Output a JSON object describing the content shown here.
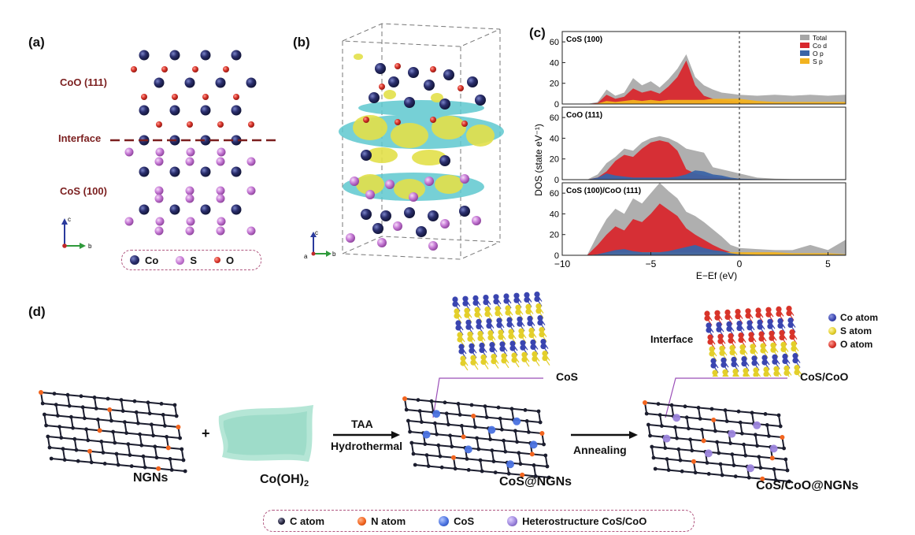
{
  "panels": {
    "a": "(a)",
    "b": "(b)",
    "c": "(c)",
    "d": "(d)"
  },
  "panel_a": {
    "top_label": "CoO (111)",
    "interface_label": "Interface",
    "bottom_label": "CoS (100)",
    "axis_c": "c",
    "axis_b": "b",
    "legend": [
      "Co",
      "S",
      "O"
    ]
  },
  "panel_b": {
    "axis_c": "c",
    "axis_a": "a",
    "axis_b": "b"
  },
  "colors": {
    "co_atom": "#2b2f6e",
    "s_atom": "#c77bd6",
    "o_atom": "#d8342a",
    "total": "#a6a6a6",
    "co_d": "#d8282e",
    "o_p": "#3b64a6",
    "s_p": "#f2b320",
    "maroon": "#7b1f1f",
    "isosurface_yellow": "#e3e04a",
    "isosurface_cyan": "#5fc8cf"
  },
  "chart_data": {
    "type": "area",
    "title": "",
    "xlabel": "E−Ef (eV)",
    "ylabel": "DOS (state eV⁻¹)",
    "xlim": [
      -10,
      6
    ],
    "ylim": [
      0,
      70
    ],
    "x_ticks": [
      "−10",
      "−5",
      "0",
      "5"
    ],
    "y_ticks": [
      "0",
      "20",
      "40",
      "60"
    ],
    "fermi_level_line": 0,
    "legend_entries": [
      "Total",
      "Co d",
      "O p",
      "S p"
    ],
    "legend_placement": "top-right",
    "subplots": [
      {
        "label": "CoS (100)",
        "x": [
          -10,
          -8.6,
          -8,
          -7.5,
          -7,
          -6.5,
          -6,
          -5.5,
          -5,
          -4.5,
          -4,
          -3.5,
          -3,
          -2.5,
          -2,
          -1.5,
          -1,
          -0.5,
          0,
          1,
          2,
          3,
          4,
          5,
          6
        ],
        "series": [
          {
            "name": "Total",
            "values": [
              0,
              0,
              2,
              14,
              8,
              11,
              25,
              18,
              22,
              16,
              24,
              34,
              48,
              26,
              18,
              14,
              11,
              10,
              9,
              8,
              9,
              8,
              9,
              8,
              9
            ]
          },
          {
            "name": "Co d",
            "values": [
              0,
              0,
              1,
              9,
              5,
              7,
              15,
              11,
              13,
              10,
              17,
              26,
              42,
              18,
              8,
              5,
              4,
              3,
              2,
              1,
              1,
              1,
              1,
              1,
              1
            ]
          },
          {
            "name": "O p",
            "values": [
              0,
              0,
              0,
              0,
              0,
              0,
              0,
              0,
              0,
              0,
              0,
              0,
              0,
              0,
              0,
              0,
              0,
              0,
              0,
              0,
              0,
              0,
              0,
              0,
              0
            ]
          },
          {
            "name": "S p",
            "values": [
              0,
              0,
              0.5,
              3,
              2,
              3,
              4,
              3,
              4,
              3,
              4,
              4,
              4,
              4,
              4,
              5,
              5,
              5,
              5,
              3,
              2,
              2,
              2,
              2,
              2
            ]
          }
        ]
      },
      {
        "label": "CoO (111)",
        "x": [
          -10,
          -8.6,
          -8,
          -7.5,
          -7,
          -6.5,
          -6,
          -5.5,
          -5,
          -4.5,
          -4,
          -3.5,
          -3,
          -2.5,
          -2,
          -1.5,
          -1,
          -0.5,
          0,
          1,
          2,
          3,
          4,
          5,
          6
        ],
        "series": [
          {
            "name": "Total",
            "values": [
              0,
              0,
              5,
              16,
              22,
              30,
              28,
              36,
              40,
              42,
              40,
              36,
              30,
              28,
              26,
              12,
              10,
              8,
              6,
              2,
              1,
              0.5,
              0.5,
              0.5,
              0.5
            ]
          },
          {
            "name": "Co d",
            "values": [
              0,
              0,
              2,
              8,
              18,
              24,
              22,
              30,
              36,
              38,
              36,
              28,
              10,
              6,
              4,
              3,
              2,
              1,
              0.5,
              0,
              0,
              0,
              0,
              0,
              0
            ]
          },
          {
            "name": "O p",
            "values": [
              0,
              0,
              2,
              6,
              4,
              3,
              2,
              2,
              2,
              2,
              2,
              3,
              5,
              9,
              8,
              5,
              4,
              2,
              1,
              0.5,
              0,
              0,
              0,
              0,
              0
            ]
          },
          {
            "name": "S p",
            "values": [
              0,
              0,
              0,
              0,
              0,
              0,
              0,
              0,
              0,
              0,
              0,
              0,
              0,
              0,
              0,
              0,
              0,
              0,
              0,
              0,
              0,
              0,
              0,
              0,
              0
            ]
          }
        ]
      },
      {
        "label": "CoS (100)/CoO (111)",
        "x": [
          -10,
          -8.6,
          -8,
          -7.5,
          -7,
          -6.5,
          -6,
          -5.5,
          -5,
          -4.5,
          -4,
          -3.5,
          -3,
          -2.5,
          -2,
          -1.5,
          -1,
          -0.5,
          0,
          1,
          2,
          3,
          4,
          5,
          6
        ],
        "series": [
          {
            "name": "Total",
            "values": [
              0,
              0,
              20,
              35,
              45,
              40,
              55,
              50,
              60,
              70,
              62,
              55,
              42,
              38,
              32,
              25,
              18,
              10,
              7,
              6,
              5,
              5,
              10,
              5,
              15
            ]
          },
          {
            "name": "Co d",
            "values": [
              0,
              0,
              10,
              20,
              28,
              24,
              35,
              32,
              40,
              50,
              44,
              38,
              26,
              20,
              15,
              10,
              6,
              3,
              1,
              0.5,
              0.5,
              0.5,
              0.5,
              0.5,
              0.5
            ]
          },
          {
            "name": "O p",
            "values": [
              0,
              0,
              1,
              3,
              5,
              6,
              4,
              3,
              3,
              3,
              4,
              6,
              8,
              10,
              7,
              5,
              4,
              2,
              1,
              0.5,
              0.5,
              0.5,
              0.5,
              0.5,
              0.5
            ]
          },
          {
            "name": "S p",
            "values": [
              0,
              0,
              1,
              2,
              3,
              3,
              3,
              3,
              3,
              3,
              3,
              3,
              3,
              3,
              3,
              3,
              3,
              3,
              3,
              3,
              3,
              2,
              2,
              2,
              1
            ]
          }
        ]
      }
    ]
  },
  "panel_d": {
    "legend_top": [
      "Co atom",
      "S atom",
      "O atom"
    ],
    "interface_label": "Interface",
    "cos_label": "CoS",
    "cos_coo_label": "CoS/CoO",
    "plus": "+",
    "ngns_label": "NGNs",
    "coOH2_label": "Co(OH)",
    "coOH2_sub": "2",
    "arrow1_top": "TAA",
    "arrow1_bottom": "Hydrothermal",
    "arrow2_label": "Annealing",
    "product1_label": "CoS@NGNs",
    "product2_label": "CoS/CoO@NGNs",
    "legend_bottom": [
      "C atom",
      "N atom",
      "CoS",
      "Heterostructure CoS/CoO"
    ]
  }
}
